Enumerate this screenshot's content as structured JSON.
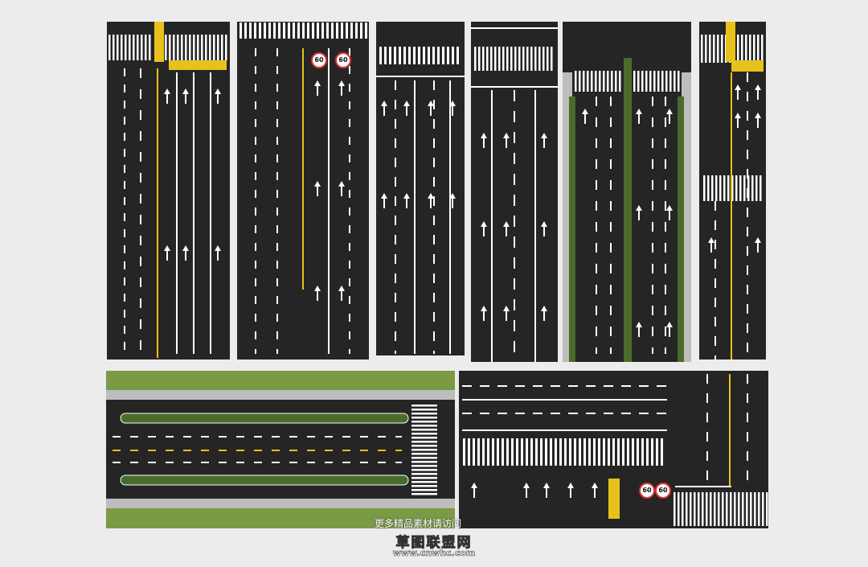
{
  "speed_limit_signs": [
    "60",
    "60",
    "60",
    "60"
  ],
  "watermark": {
    "line1": "更多精品素材请访问",
    "line2": "草图联盟网",
    "line3": "www.cnwhc.com"
  },
  "colors": {
    "asphalt": "#252525",
    "marking": "#ffffff",
    "yellow": "#e8c21a",
    "grass": "#7a9a45",
    "median": "#4a6b2c",
    "curb": "#bdbdbd"
  }
}
